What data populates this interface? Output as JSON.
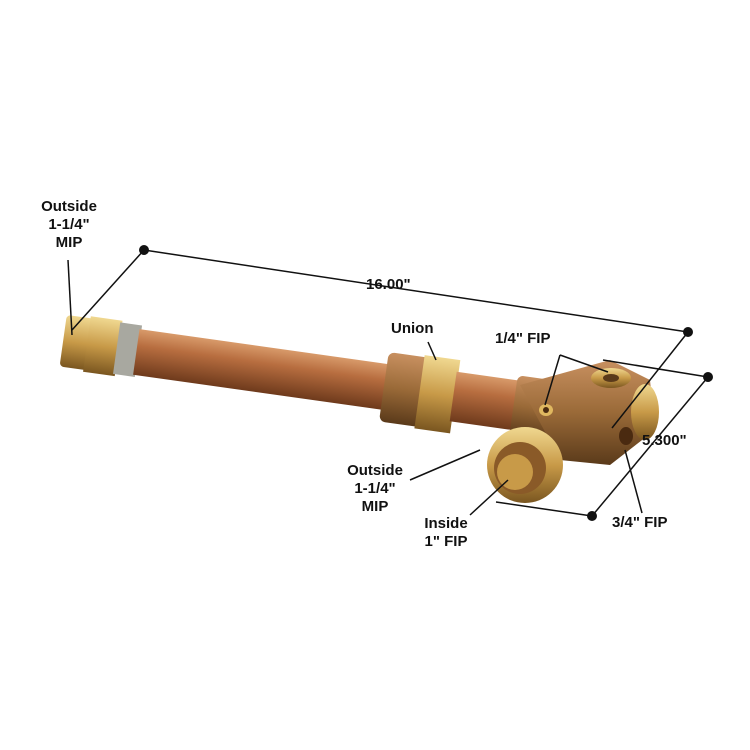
{
  "labels": {
    "left_end": [
      "Outside",
      "1-1/4\"",
      "MIP"
    ],
    "length": "16.00\"",
    "union": "Union",
    "quarter_fip": "1/4\" FIP",
    "width": "5.300\"",
    "front_outlet": [
      "Outside",
      "1-1/4\"",
      "MIP"
    ],
    "inner_outlet": [
      "Inside",
      "1\" FIP"
    ],
    "three_quarter_fip": "3/4\" FIP"
  },
  "colors": {
    "copper": "#b0683c",
    "brass": "#d8b060",
    "bronze": "#9a6a38",
    "line": "#111111"
  }
}
